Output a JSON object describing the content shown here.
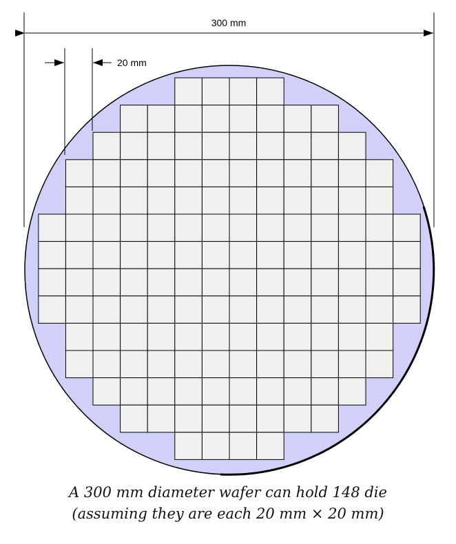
{
  "dimensions": {
    "wafer_width_label": "300 mm",
    "die_width_label": "20 mm"
  },
  "wafer": {
    "die_rows": [
      4,
      8,
      10,
      12,
      12,
      14,
      14,
      14,
      14,
      12,
      12,
      10,
      8,
      4
    ]
  },
  "caption": {
    "line1": "A 300 mm diameter wafer can hold 148 die",
    "line2": "(assuming they are each 20 mm × 20 mm)"
  },
  "colors": {
    "wafer_fill": "#d0d0f8",
    "die_fill": "#f0f0f0",
    "line": "#000000"
  }
}
